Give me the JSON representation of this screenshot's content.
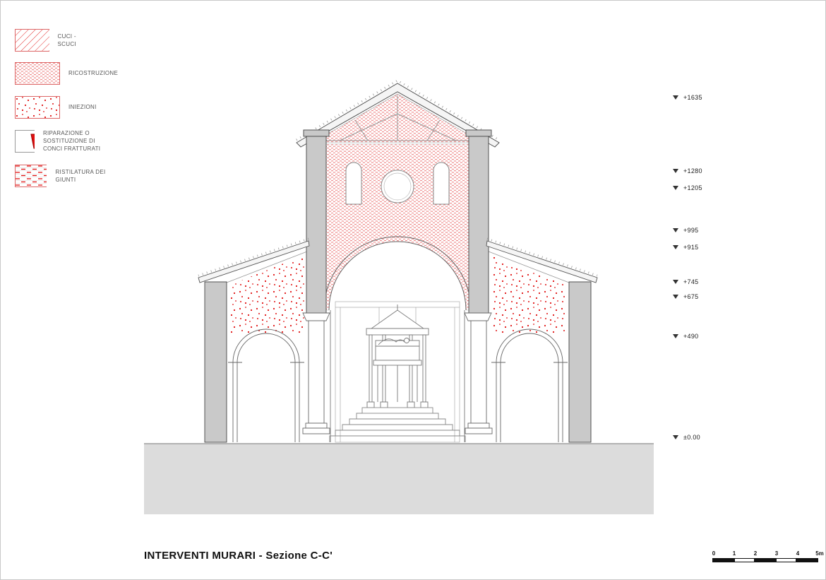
{
  "title": "INTERVENTI MURARI - Sezione C-C'",
  "legend": {
    "items": [
      {
        "label": "CUCI - SCUCI",
        "swatch": "diagonal-hatch"
      },
      {
        "label": "RICOSTRUZIONE",
        "swatch": "dense-mesh"
      },
      {
        "label": "INIEZIONI",
        "swatch": "dots"
      },
      {
        "label": "RIPARAZIONE O SOSTITUZIONE DI CONCI FRATTURATI",
        "swatch": "solid-wedge"
      },
      {
        "label": "RISTILATURA DEI GIUNTI",
        "swatch": "joint-dashes"
      }
    ]
  },
  "elevations": [
    {
      "value": "+1635"
    },
    {
      "value": "+1280"
    },
    {
      "value": "+1205"
    },
    {
      "value": "+995"
    },
    {
      "value": "+915"
    },
    {
      "value": "+745"
    },
    {
      "value": "+675"
    },
    {
      "value": "+490"
    },
    {
      "value": "±0.00"
    }
  ],
  "scale_bar": {
    "ticks": [
      "0",
      "1",
      "2",
      "3",
      "4",
      "5m"
    ]
  },
  "colors": {
    "intervention_red": "#ee1111",
    "wall_poche_gray": "#c9c9c9",
    "ground_gray": "#dcdcdc"
  }
}
